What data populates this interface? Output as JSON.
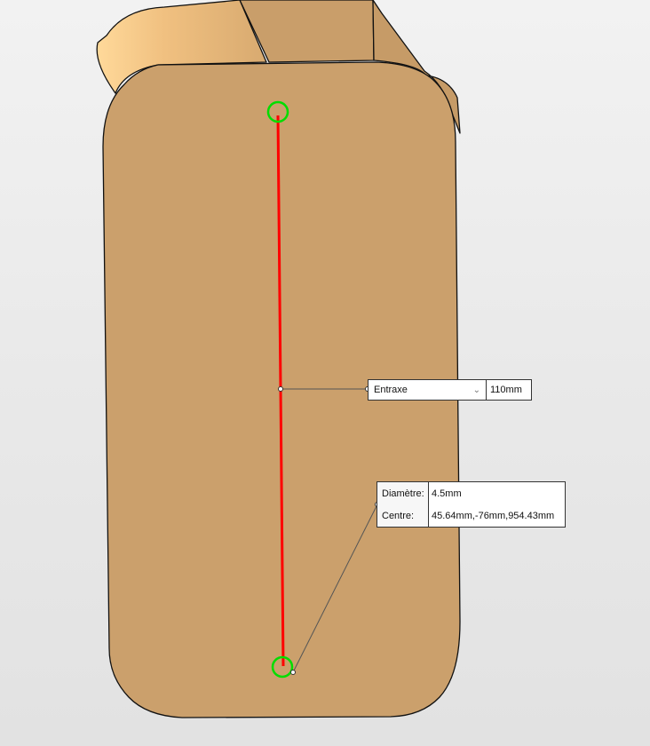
{
  "measure": {
    "distance_type": "Entraxe",
    "distance_value": "110mm",
    "diameter_label": "Diamètre:",
    "diameter_value": "4.5mm",
    "center_label": "Centre:",
    "center_value": "45.64mm,-76mm,954.43mm"
  },
  "colors": {
    "part": "#cba06c",
    "part_light": "#f3c98c",
    "measure_line": "#ff0000",
    "selection": "#00dd00"
  }
}
